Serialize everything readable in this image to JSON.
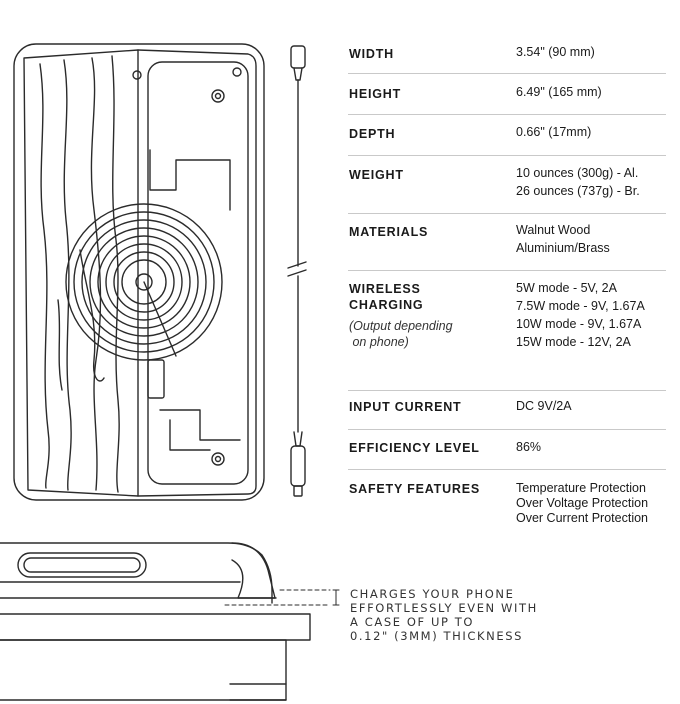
{
  "specs": [
    {
      "label": [
        "WIDTH"
      ],
      "values": [
        "3.54\"  (90 mm)"
      ]
    },
    {
      "label": [
        "HEIGHT"
      ],
      "values": [
        "6.49\"  (165 mm)"
      ]
    },
    {
      "label": [
        "DEPTH"
      ],
      "values": [
        "0.66\"   (17mm)"
      ]
    },
    {
      "label": [
        "WEIGHT"
      ],
      "values": [
        "10 ounces (300g) - Al.",
        "26 ounces (737g) - Br."
      ]
    },
    {
      "label": [
        "MATERIALS"
      ],
      "values": [
        "Walnut Wood",
        "Aluminium/Brass"
      ]
    },
    {
      "label": [
        "WIRELESS",
        "CHARGING"
      ],
      "note": [
        "(Output depending",
        " on phone)"
      ],
      "values": [
        "5W mode - 5V, 2A",
        "7.5W mode - 9V, 1.67A",
        "10W mode - 9V, 1.67A",
        "15W mode - 12V, 2A"
      ]
    },
    {
      "label": [
        "INPUT CURRENT"
      ],
      "values": [
        "DC 9V/2A"
      ]
    },
    {
      "label": [
        "EFFICIENCY LEVEL"
      ],
      "values": [
        "86%"
      ]
    },
    {
      "label": [
        "SAFETY FEATURES"
      ],
      "values": [
        "Temperature Protection",
        "Over Voltage Protection",
        "Over Current Protection"
      ]
    }
  ],
  "case_note": [
    "CHARGES YOUR PHONE",
    "EFFORTLESSLY EVEN WITH",
    "A CASE OF UP TO",
    "0.12\" (3MM) THICKNESS"
  ],
  "colors": {
    "line": "#2b2b2b",
    "separator": "#c9c9c9",
    "text": "#1a1a1a"
  }
}
